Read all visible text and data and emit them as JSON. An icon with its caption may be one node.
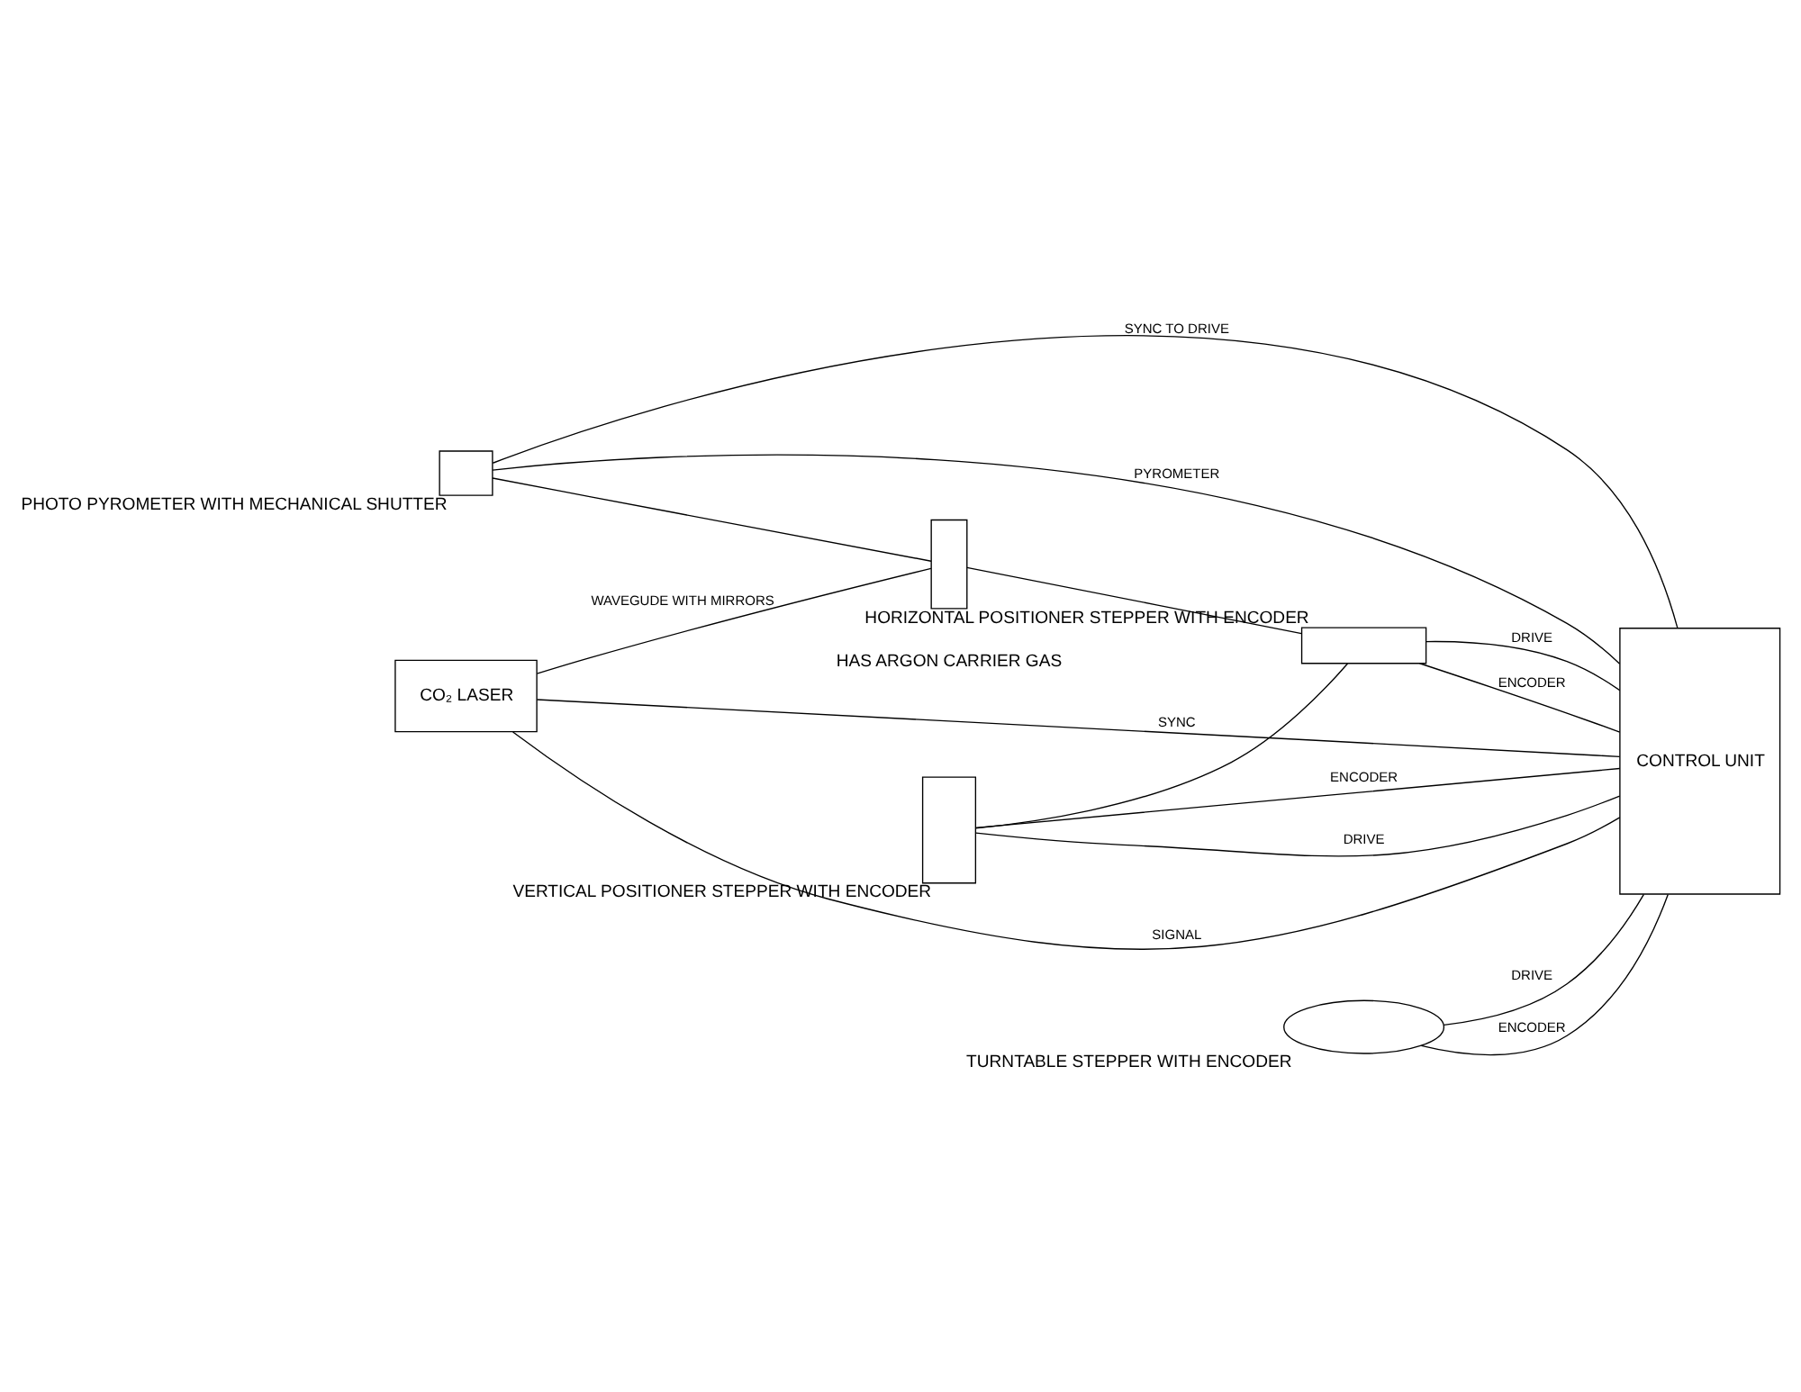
{
  "diagram": {
    "nodes": [
      {
        "text": [],
        "shape": "box",
        "beside": [
          "PHOTO PYROMETER WITH MECHANICAL SHUTTER"
        ]
      },
      {
        "text": [
          "CO₂ LASER"
        ]
      },
      {
        "text": [],
        "shape": "box"
      },
      {
        "text": [],
        "shape": "box",
        "beside": [
          "HORIZONTAL POSITIONER STEPPER WITH ENCODER"
        ]
      },
      {
        "text": [],
        "shape": "box",
        "beside": [
          "VERTICAL POSITIONER STEPPER WITH ENCODER"
        ]
      },
      {
        "text": [],
        "shape": "ellipse",
        "beside": [
          "TURNTABLE STEPPER WITH ENCODER"
        ]
      },
      {
        "text": [
          "CONTROL UNIT"
        ]
      }
    ],
    "edges": [
      {
        "from": 1,
        "to": 2,
        "arrow": "none",
        "label": "WAVEGUDE WITH MIRRORS"
      },
      {
        "from": 2,
        "to": 3,
        "arrow": "none"
      },
      {
        "from": 0,
        "to": 2,
        "arrow": "none"
      },
      {
        "from": 4,
        "to": 3,
        "arrow": "none"
      },
      {
        "from": 0,
        "to": 6,
        "arrow": "none",
        "label": "SYNC TO DRIVE"
      },
      {
        "from": 0,
        "to": 6,
        "arrow": "none",
        "label": "PYROMETER"
      },
      {
        "from": 1,
        "to": 6,
        "arrow": "none",
        "label": "SIGNAL"
      },
      {
        "from": 1,
        "to": 6,
        "arrow": "none",
        "label": "SYNC"
      },
      {
        "from": 3,
        "to": 6,
        "arrow": "none",
        "label": "DRIVE"
      },
      {
        "from": 3,
        "to": 6,
        "arrow": "none",
        "label": "ENCODER"
      },
      {
        "from": 4,
        "to": 6,
        "arrow": "none",
        "label": "DRIVE"
      },
      {
        "from": 4,
        "to": 6,
        "arrow": "none",
        "label": "ENCODER"
      },
      {
        "from": 5,
        "to": 6,
        "arrow": "none",
        "label": "DRIVE"
      },
      {
        "from": 5,
        "to": 6,
        "arrow": "none",
        "label": "ENCODER"
      }
    ],
    "labels": [
      "HAS ARGON CARRIER GAS"
    ]
  }
}
